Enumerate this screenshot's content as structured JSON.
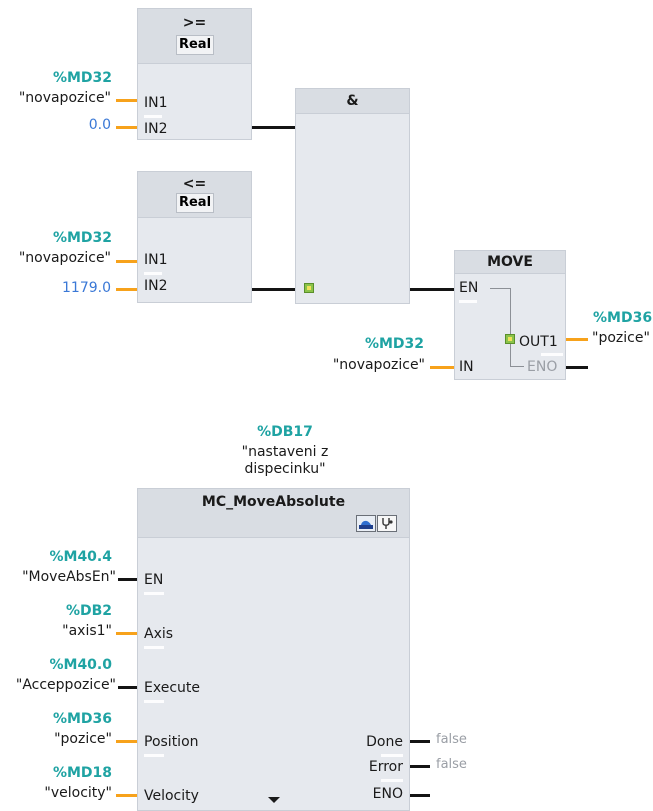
{
  "ge_block": {
    "op": ">=",
    "type": "Real",
    "in1_label": "IN1",
    "in2_label": "IN2",
    "in1_addr": "%MD32",
    "in1_sym": "\"novapozice\"",
    "in2_const": "0.0"
  },
  "le_block": {
    "op": "<=",
    "type": "Real",
    "in1_label": "IN1",
    "in2_label": "IN2",
    "in1_addr": "%MD32",
    "in1_sym": "\"novapozice\"",
    "in2_const": "1179.0"
  },
  "and_block": {
    "title": "&"
  },
  "move_block": {
    "title": "MOVE",
    "en_label": "EN",
    "in_label": "IN",
    "out1_label": "OUT1",
    "eno_label": "ENO",
    "in_addr": "%MD32",
    "in_sym": "\"novapozice\"",
    "out_addr": "%MD36",
    "out_sym": "\"pozice\""
  },
  "mc_block": {
    "instance_addr": "%DB17",
    "instance_sym_line1": "\"nastaveni z",
    "instance_sym_line2": "dispecinku\"",
    "title": "MC_MoveAbsolute",
    "icons": [
      "axis-tool-icon",
      "diagnostics-icon"
    ],
    "inputs": [
      {
        "label": "EN",
        "addr": "%M40.4",
        "sym": "\"MoveAbsEn\""
      },
      {
        "label": "Axis",
        "addr": "%DB2",
        "sym": "\"axis1\""
      },
      {
        "label": "Execute",
        "addr": "%M40.0",
        "sym": "\"Acceppozice\""
      },
      {
        "label": "Position",
        "addr": "%MD36",
        "sym": "\"pozice\""
      },
      {
        "label": "Velocity",
        "addr": "%MD18",
        "sym": "\"velocity\""
      }
    ],
    "outputs": [
      {
        "label": "Done",
        "value": "false"
      },
      {
        "label": "Error",
        "value": "false"
      },
      {
        "label": "ENO",
        "value": ""
      }
    ],
    "expand_icon": "chevron-down-icon"
  },
  "colors": {
    "address": "#1fa3a3",
    "constant": "#3a78d6",
    "wire_orange": "#f7a21b",
    "wire_black": "#141414",
    "block_bg": "#e6e9ee"
  }
}
